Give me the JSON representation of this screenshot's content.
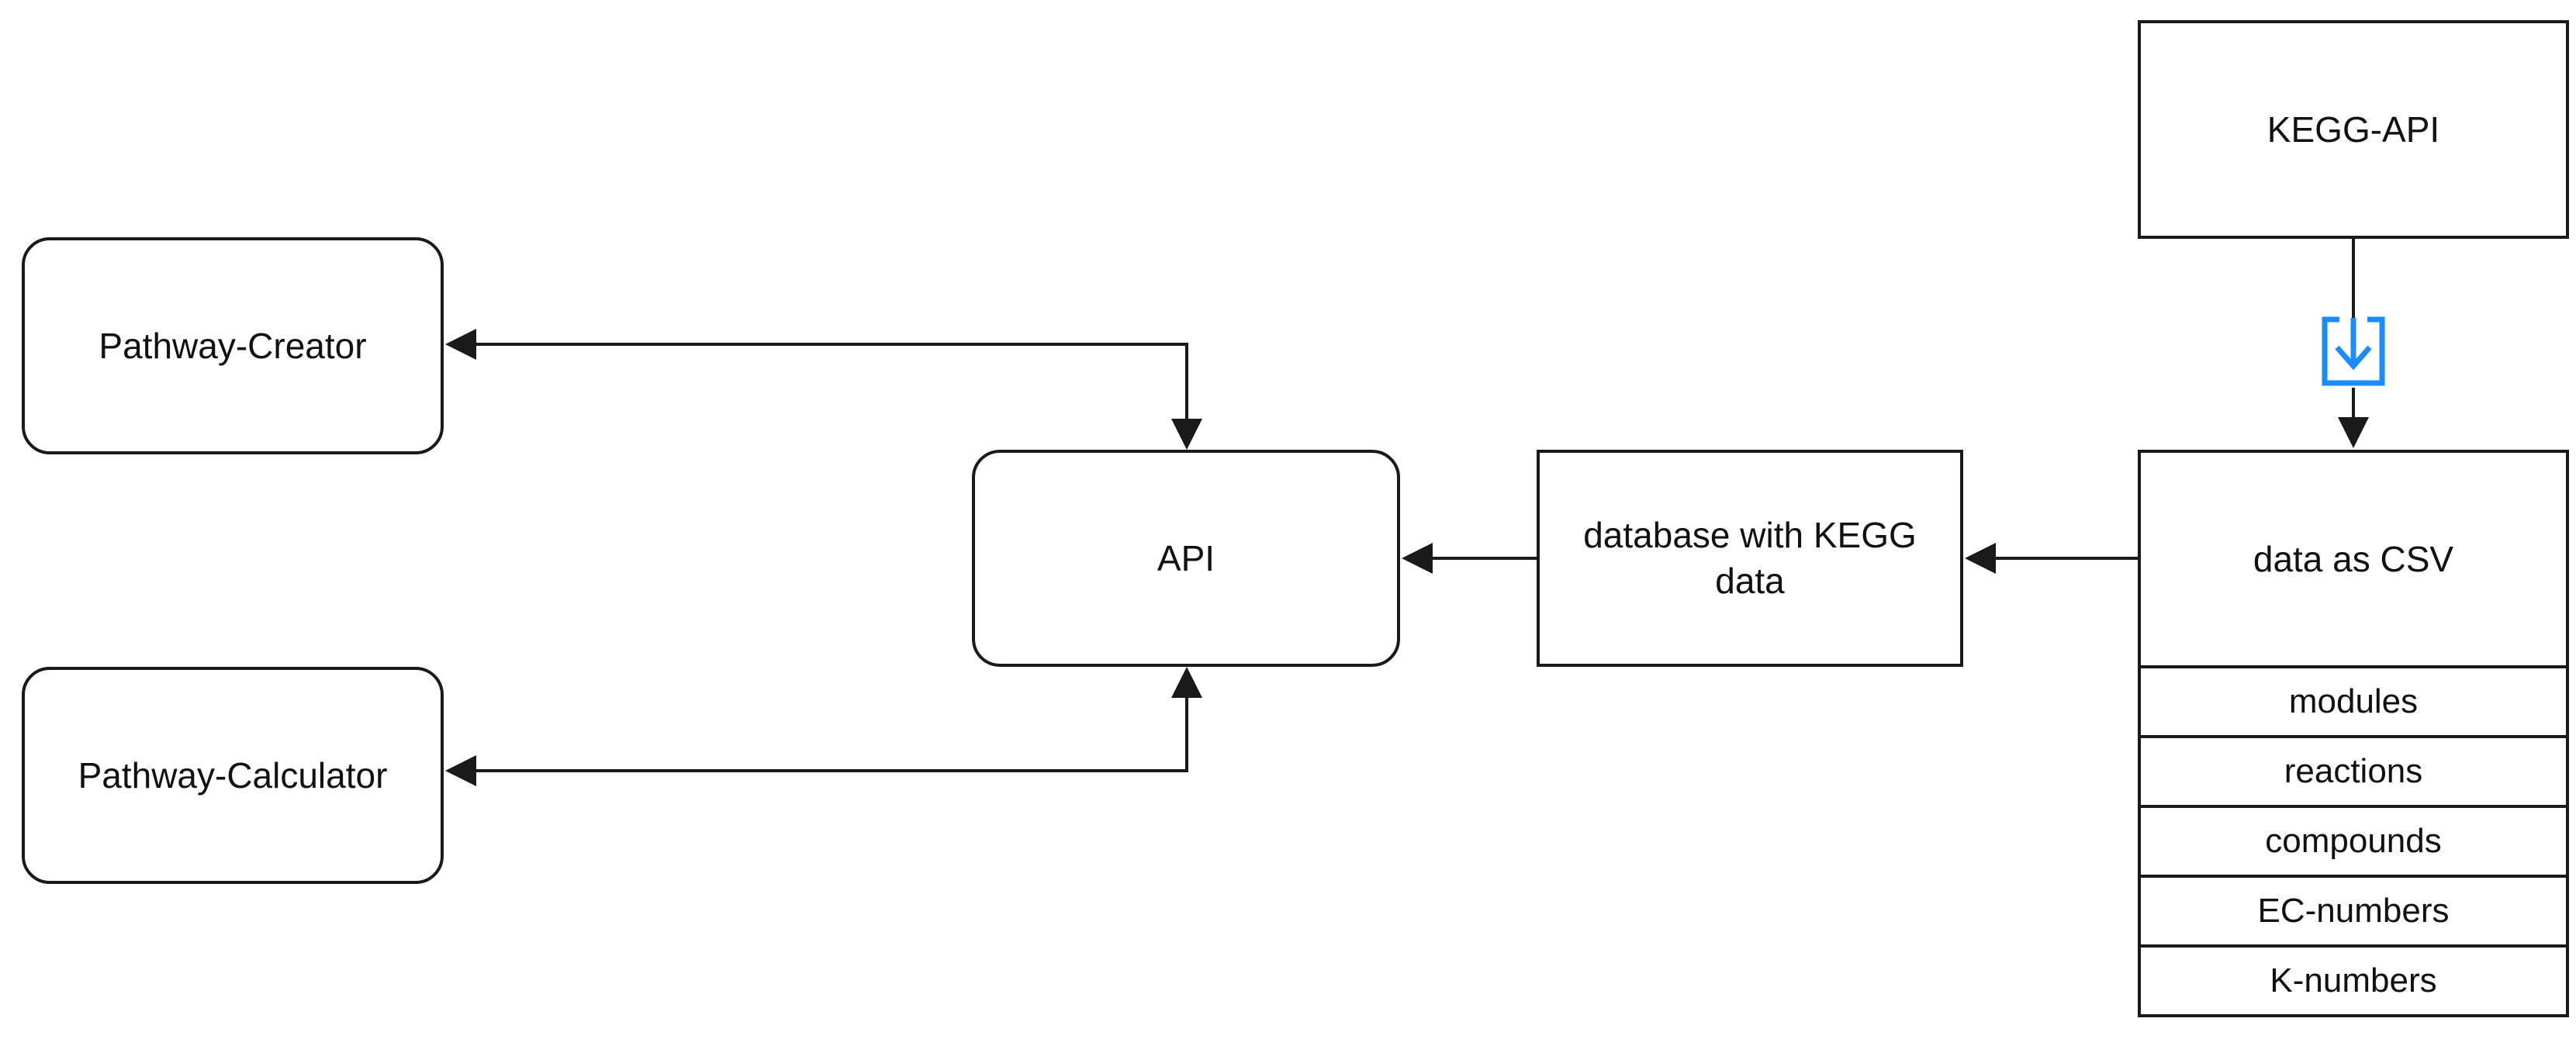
{
  "nodes": {
    "pathway_creator": "Pathway-Creator",
    "pathway_calculator": "Pathway-Calculator",
    "api": "API",
    "database": "database with KEGG data",
    "kegg_api": "KEGG-API",
    "csv": "data as CSV"
  },
  "csv_rows": [
    "modules",
    "reactions",
    "compounds",
    "EC-numbers",
    "K-numbers"
  ],
  "connections": [
    {
      "from": "api",
      "to": "pathway_creator",
      "style": "arrow"
    },
    {
      "from": "api",
      "to": "pathway_calculator",
      "style": "arrow"
    },
    {
      "from": "pathway_creator",
      "to": "api",
      "style": "arrow"
    },
    {
      "from": "pathway_calculator",
      "to": "api",
      "style": "arrow"
    },
    {
      "from": "database",
      "to": "api",
      "style": "arrow"
    },
    {
      "from": "csv",
      "to": "database",
      "style": "arrow"
    },
    {
      "from": "kegg_api",
      "to": "csv",
      "style": "arrow",
      "icon": "download-icon"
    }
  ],
  "colors": {
    "line": "#1a1a1a",
    "icon_accent": "#1a8cff"
  }
}
